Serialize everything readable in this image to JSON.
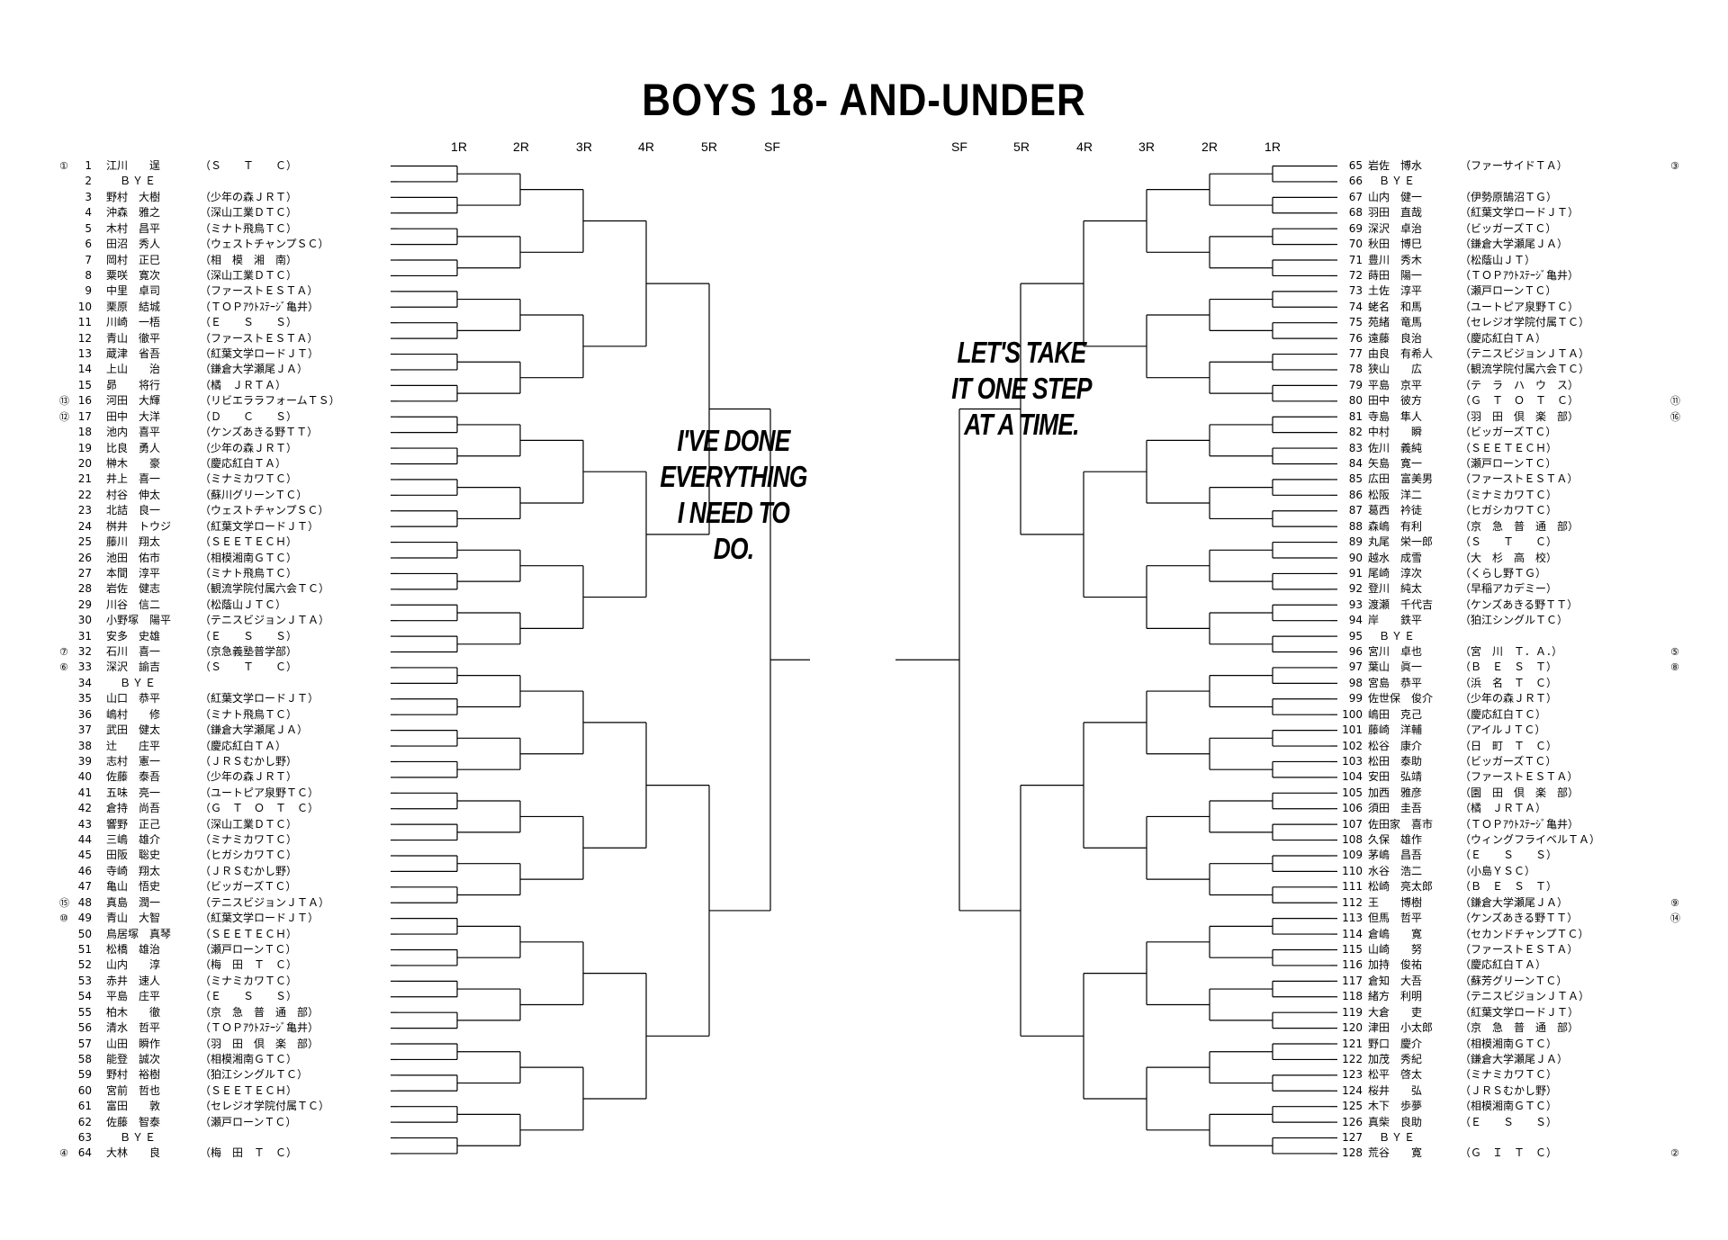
{
  "title": "BOYS 18- AND-UNDER",
  "rounds": {
    "left": [
      "1R",
      "2R",
      "3R",
      "4R",
      "5R",
      "SF"
    ],
    "right": [
      "SF",
      "5R",
      "4R",
      "3R",
      "2R",
      "1R"
    ]
  },
  "bubbles": {
    "left": "I'VE DONE\nEVERYTHING\nI NEED TO\nDO.",
    "right": "LET'S TAKE\nIT ONE STEP\nAT A TIME."
  },
  "left_players": [
    {
      "seed": "①",
      "num": "1",
      "name": "江川　　逞",
      "club": "（Ｓ　　Ｔ　　Ｃ）"
    },
    {
      "seed": "",
      "num": "2",
      "name": "ＢＹＥ",
      "club": ""
    },
    {
      "seed": "",
      "num": "3",
      "name": "野村　大樹",
      "club": "（少年の森ＪＲＴ）"
    },
    {
      "seed": "",
      "num": "4",
      "name": "沖森　雅之",
      "club": "（深山工業ＤＴＣ）"
    },
    {
      "seed": "",
      "num": "5",
      "name": "木村　昌平",
      "club": "（ミナト飛鳥ＴＣ）"
    },
    {
      "seed": "",
      "num": "6",
      "name": "田沼　秀人",
      "club": "（ウェストチャンプＳＣ）"
    },
    {
      "seed": "",
      "num": "7",
      "name": "岡村　正巳",
      "club": "（相　模　湘　南）"
    },
    {
      "seed": "",
      "num": "8",
      "name": "粟咲　寛次",
      "club": "（深山工業ＤＴＣ）"
    },
    {
      "seed": "",
      "num": "9",
      "name": "中里　卓司",
      "club": "（ファーストＥＳＴＡ）"
    },
    {
      "seed": "",
      "num": "10",
      "name": "栗原　結城",
      "club": "（ＴＯＰｱｳﾄｽﾃｰｼﾞ亀井）"
    },
    {
      "seed": "",
      "num": "11",
      "name": "川崎　一梧",
      "club": "（Ｅ　　Ｓ　　Ｓ）"
    },
    {
      "seed": "",
      "num": "12",
      "name": "青山　徹平",
      "club": "（ファーストＥＳＴＡ）"
    },
    {
      "seed": "",
      "num": "13",
      "name": "蔵津　省吾",
      "club": "（紅葉文学ロードＪＴ）"
    },
    {
      "seed": "",
      "num": "14",
      "name": "上山　　治",
      "club": "（鎌倉大学瀬尾ＪＡ）"
    },
    {
      "seed": "",
      "num": "15",
      "name": "昴　　将行",
      "club": "（橘　ＪＲＴＡ）"
    },
    {
      "seed": "⑬",
      "num": "16",
      "name": "河田　大輝",
      "club": "（リビエララフォームＴＳ）"
    },
    {
      "seed": "⑫",
      "num": "17",
      "name": "田中　大洋",
      "club": "（Ｄ　　Ｃ　　Ｓ）"
    },
    {
      "seed": "",
      "num": "18",
      "name": "池内　喜平",
      "club": "（ケンズあきる野ＴＴ）"
    },
    {
      "seed": "",
      "num": "19",
      "name": "比良　勇人",
      "club": "（少年の森ＪＲＴ）"
    },
    {
      "seed": "",
      "num": "20",
      "name": "榊木　　豪",
      "club": "（慶応紅白ＴＡ）"
    },
    {
      "seed": "",
      "num": "21",
      "name": "井上　喜一",
      "club": "（ミナミカワＴＣ）"
    },
    {
      "seed": "",
      "num": "22",
      "name": "村谷　伸太",
      "club": "（蘇川グリーンＴＣ）"
    },
    {
      "seed": "",
      "num": "23",
      "name": "北詰　良一",
      "club": "（ウェストチャンプＳＣ）"
    },
    {
      "seed": "",
      "num": "24",
      "name": "桝井　トウジ",
      "club": "（紅葉文学ロードＪＴ）"
    },
    {
      "seed": "",
      "num": "25",
      "name": "藤川　翔太",
      "club": "（ＳＥＥＴＥＣＨ）"
    },
    {
      "seed": "",
      "num": "26",
      "name": "池田　佑市",
      "club": "（相模湘南ＧＴＣ）"
    },
    {
      "seed": "",
      "num": "27",
      "name": "本間　淳平",
      "club": "（ミナト飛鳥ＴＣ）"
    },
    {
      "seed": "",
      "num": "28",
      "name": "岩佐　健志",
      "club": "（観流学院付属六会ＴＣ）"
    },
    {
      "seed": "",
      "num": "29",
      "name": "川谷　信二",
      "club": "（松蔭山ＪＴＣ）"
    },
    {
      "seed": "",
      "num": "30",
      "name": "小野塚　陽平",
      "club": "（テニスビジョンＪＴＡ）"
    },
    {
      "seed": "",
      "num": "31",
      "name": "安多　史雄",
      "club": "（Ｅ　　Ｓ　　Ｓ）"
    },
    {
      "seed": "⑦",
      "num": "32",
      "name": "石川　喜一",
      "club": "（京急義塾普学部）"
    },
    {
      "seed": "⑥",
      "num": "33",
      "name": "深沢　諭吉",
      "club": "（Ｓ　　Ｔ　　Ｃ）"
    },
    {
      "seed": "",
      "num": "34",
      "name": "ＢＹＥ",
      "club": ""
    },
    {
      "seed": "",
      "num": "35",
      "name": "山口　恭平",
      "club": "（紅葉文学ロードＪＴ）"
    },
    {
      "seed": "",
      "num": "36",
      "name": "嶋村　　修",
      "club": "（ミナト飛鳥ＴＣ）"
    },
    {
      "seed": "",
      "num": "37",
      "name": "武田　健太",
      "club": "（鎌倉大学瀬尾ＪＡ）"
    },
    {
      "seed": "",
      "num": "38",
      "name": "辻　　庄平",
      "club": "（慶応紅白ＴＡ）"
    },
    {
      "seed": "",
      "num": "39",
      "name": "志村　憲一",
      "club": "（ＪＲＳむかし野）"
    },
    {
      "seed": "",
      "num": "40",
      "name": "佐藤　泰吾",
      "club": "（少年の森ＪＲＴ）"
    },
    {
      "seed": "",
      "num": "41",
      "name": "五味　亮一",
      "club": "（ユートピア泉野ＴＣ）"
    },
    {
      "seed": "",
      "num": "42",
      "name": "倉持　尚吾",
      "club": "（Ｇ　Ｔ　Ｏ　Ｔ　Ｃ）"
    },
    {
      "seed": "",
      "num": "43",
      "name": "響野　正己",
      "club": "（深山工業ＤＴＣ）"
    },
    {
      "seed": "",
      "num": "44",
      "name": "三嶋　雄介",
      "club": "（ミナミカワＴＣ）"
    },
    {
      "seed": "",
      "num": "45",
      "name": "田阪　聡史",
      "club": "（ヒガシカワＴＣ）"
    },
    {
      "seed": "",
      "num": "46",
      "name": "寺崎　翔太",
      "club": "（ＪＲＳむかし野）"
    },
    {
      "seed": "",
      "num": "47",
      "name": "亀山　悟史",
      "club": "（ビッガーズＴＣ）"
    },
    {
      "seed": "⑮",
      "num": "48",
      "name": "真島　潤一",
      "club": "（テニスビジョンＪＴＡ）"
    },
    {
      "seed": "⑩",
      "num": "49",
      "name": "青山　大智",
      "club": "（紅葉文学ロードＪＴ）"
    },
    {
      "seed": "",
      "num": "50",
      "name": "鳥居塚　真琴",
      "club": "（ＳＥＥＴＥＣＨ）"
    },
    {
      "seed": "",
      "num": "51",
      "name": "松橋　雄治",
      "club": "（瀬戸ローンＴＣ）"
    },
    {
      "seed": "",
      "num": "52",
      "name": "山内　　淳",
      "club": "（梅　田　Ｔ　Ｃ）"
    },
    {
      "seed": "",
      "num": "53",
      "name": "赤井　速人",
      "club": "（ミナミカワＴＣ）"
    },
    {
      "seed": "",
      "num": "54",
      "name": "平島　庄平",
      "club": "（Ｅ　　Ｓ　　Ｓ）"
    },
    {
      "seed": "",
      "num": "55",
      "name": "柏木　　徹",
      "club": "（京　急　普　通　部）"
    },
    {
      "seed": "",
      "num": "56",
      "name": "清水　哲平",
      "club": "（ＴＯＰｱｳﾄｽﾃｰｼﾞ亀井）"
    },
    {
      "seed": "",
      "num": "57",
      "name": "山田　瞬作",
      "club": "（羽　田　倶　楽　部）"
    },
    {
      "seed": "",
      "num": "58",
      "name": "能登　誠次",
      "club": "（相模湘南ＧＴＣ）"
    },
    {
      "seed": "",
      "num": "59",
      "name": "野村　裕樹",
      "club": "（狛江シングルＴＣ）"
    },
    {
      "seed": "",
      "num": "60",
      "name": "宮前　哲也",
      "club": "（ＳＥＥＴＥＣＨ）"
    },
    {
      "seed": "",
      "num": "61",
      "name": "富田　　敦",
      "club": "（セレジオ学院付属ＴＣ）"
    },
    {
      "seed": "",
      "num": "62",
      "name": "佐藤　智泰",
      "club": "（瀬戸ローンＴＣ）"
    },
    {
      "seed": "",
      "num": "63",
      "name": "ＢＹＥ",
      "club": ""
    },
    {
      "seed": "④",
      "num": "64",
      "name": "大林　　良",
      "club": "（梅　田　Ｔ　Ｃ）"
    }
  ],
  "right_players": [
    {
      "num": "65",
      "name": "岩佐　博水",
      "club": "（ファーサイドＴＡ）",
      "seed": "③"
    },
    {
      "num": "66",
      "name": "ＢＹＥ",
      "club": "",
      "seed": ""
    },
    {
      "num": "67",
      "name": "山内　健一",
      "club": "（伊勢原鵠沼ＴＧ）",
      "seed": ""
    },
    {
      "num": "68",
      "name": "羽田　直哉",
      "club": "（紅葉文学ロードＪＴ）",
      "seed": ""
    },
    {
      "num": "69",
      "name": "深沢　卓治",
      "club": "（ビッガーズＴＣ）",
      "seed": ""
    },
    {
      "num": "70",
      "name": "秋田　博巳",
      "club": "（鎌倉大学瀬尾ＪＡ）",
      "seed": ""
    },
    {
      "num": "71",
      "name": "豊川　秀木",
      "club": "（松蔭山ＪＴ）",
      "seed": ""
    },
    {
      "num": "72",
      "name": "蒔田　陽一",
      "club": "（ＴＯＰｱｳﾄｽﾃｰｼﾞ亀井）",
      "seed": ""
    },
    {
      "num": "73",
      "name": "土佐　淳平",
      "club": "（瀬戸ローンＴＣ）",
      "seed": ""
    },
    {
      "num": "74",
      "name": "蛯名　和馬",
      "club": "（ユートピア泉野ＴＣ）",
      "seed": ""
    },
    {
      "num": "75",
      "name": "苑緒　竜馬",
      "club": "（セレジオ学院付属ＴＣ）",
      "seed": ""
    },
    {
      "num": "76",
      "name": "遠藤　良治",
      "club": "（慶応紅白ＴＡ）",
      "seed": ""
    },
    {
      "num": "77",
      "name": "由良　有希人",
      "club": "（テニスビジョンＪＴＡ）",
      "seed": ""
    },
    {
      "num": "78",
      "name": "狭山　　広",
      "club": "（観流学院付属六会ＴＣ）",
      "seed": ""
    },
    {
      "num": "79",
      "name": "平島　京平",
      "club": "（テ　ラ　ハ　ウ　ス）",
      "seed": ""
    },
    {
      "num": "80",
      "name": "田中　彼方",
      "club": "（Ｇ　Ｔ　Ｏ　Ｔ　Ｃ）",
      "seed": "⑪"
    },
    {
      "num": "81",
      "name": "寺島　隼人",
      "club": "（羽　田　倶　楽　部）",
      "seed": "⑯"
    },
    {
      "num": "82",
      "name": "中村　　瞬",
      "club": "（ビッガーズＴＣ）",
      "seed": ""
    },
    {
      "num": "83",
      "name": "佐川　義純",
      "club": "（ＳＥＥＴＥＣＨ）",
      "seed": ""
    },
    {
      "num": "84",
      "name": "矢島　寛一",
      "club": "（瀬戸ローンＴＣ）",
      "seed": ""
    },
    {
      "num": "85",
      "name": "広田　富美男",
      "club": "（ファーストＥＳＴＡ）",
      "seed": ""
    },
    {
      "num": "86",
      "name": "松阪　洋二",
      "club": "（ミナミカワＴＣ）",
      "seed": ""
    },
    {
      "num": "87",
      "name": "葛西　衿徒",
      "club": "（ヒガシカワＴＣ）",
      "seed": ""
    },
    {
      "num": "88",
      "name": "森嶋　有利",
      "club": "（京　急　普　通　部）",
      "seed": ""
    },
    {
      "num": "89",
      "name": "丸尾　栄一郎",
      "club": "（Ｓ　　Ｔ　　Ｃ）",
      "seed": ""
    },
    {
      "num": "90",
      "name": "越水　成雪",
      "club": "（大　杉　高　校）",
      "seed": ""
    },
    {
      "num": "91",
      "name": "尾崎　淳次",
      "club": "（くらし野ＴＧ）",
      "seed": ""
    },
    {
      "num": "92",
      "name": "登川　純太",
      "club": "（早稲アカデミー）",
      "seed": ""
    },
    {
      "num": "93",
      "name": "渡瀬　千代吉",
      "club": "（ケンズあきる野ＴＴ）",
      "seed": ""
    },
    {
      "num": "94",
      "name": "岸　　鉄平",
      "club": "（狛江シングルＴＣ）",
      "seed": ""
    },
    {
      "num": "95",
      "name": "ＢＹＥ",
      "club": "",
      "seed": ""
    },
    {
      "num": "96",
      "name": "宮川　卓也",
      "club": "（宮　川　Ｔ．Ａ．）",
      "seed": "⑤"
    },
    {
      "num": "97",
      "name": "葉山　眞一",
      "club": "（Ｂ　Ｅ　Ｓ　Ｔ）",
      "seed": "⑧"
    },
    {
      "num": "98",
      "name": "宮島　恭平",
      "club": "（浜　名　Ｔ　Ｃ）",
      "seed": ""
    },
    {
      "num": "99",
      "name": "佐世保　俊介",
      "club": "（少年の森ＪＲＴ）",
      "seed": ""
    },
    {
      "num": "100",
      "name": "嶋田　克己",
      "club": "（慶応紅白ＴＣ）",
      "seed": ""
    },
    {
      "num": "101",
      "name": "藤崎　洋輔",
      "club": "（アイルＪＴＣ）",
      "seed": ""
    },
    {
      "num": "102",
      "name": "松谷　康介",
      "club": "（日　町　Ｔ　Ｃ）",
      "seed": ""
    },
    {
      "num": "103",
      "name": "松田　泰助",
      "club": "（ビッガーズＴＣ）",
      "seed": ""
    },
    {
      "num": "104",
      "name": "安田　弘靖",
      "club": "（ファーストＥＳＴＡ）",
      "seed": ""
    },
    {
      "num": "105",
      "name": "加西　雅彦",
      "club": "（園　田　倶　楽　部）",
      "seed": ""
    },
    {
      "num": "106",
      "name": "須田　圭吾",
      "club": "（橘　ＪＲＴＡ）",
      "seed": ""
    },
    {
      "num": "107",
      "name": "佐田家　喜市",
      "club": "（ＴＯＰｱｳﾄｽﾃｰｼﾞ亀井）",
      "seed": ""
    },
    {
      "num": "108",
      "name": "久保　雄作",
      "club": "（ウィングフライベルＴＡ）",
      "seed": ""
    },
    {
      "num": "109",
      "name": "茅嶋　昌吾",
      "club": "（Ｅ　　Ｓ　　Ｓ）",
      "seed": ""
    },
    {
      "num": "110",
      "name": "水谷　浩二",
      "club": "（小島ＹＳＣ）",
      "seed": ""
    },
    {
      "num": "111",
      "name": "松崎　亮太郎",
      "club": "（Ｂ　Ｅ　Ｓ　Ｔ）",
      "seed": ""
    },
    {
      "num": "112",
      "name": "王　　博樹",
      "club": "（鎌倉大学瀬尾ＪＡ）",
      "seed": "⑨"
    },
    {
      "num": "113",
      "name": "但馬　哲平",
      "club": "（ケンズあきる野ＴＴ）",
      "seed": "⑭"
    },
    {
      "num": "114",
      "name": "倉嶋　　寛",
      "club": "（セカンドチャンプＴＣ）",
      "seed": ""
    },
    {
      "num": "115",
      "name": "山崎　　努",
      "club": "（ファーストＥＳＴＡ）",
      "seed": ""
    },
    {
      "num": "116",
      "name": "加持　俊祐",
      "club": "（慶応紅白ＴＡ）",
      "seed": ""
    },
    {
      "num": "117",
      "name": "倉知　大吾",
      "club": "（蘇芳グリーンＴＣ）",
      "seed": ""
    },
    {
      "num": "118",
      "name": "緒方　利明",
      "club": "（テニスビジョンＪＴＡ）",
      "seed": ""
    },
    {
      "num": "119",
      "name": "大倉　　吏",
      "club": "（紅葉文学ロードＪＴ）",
      "seed": ""
    },
    {
      "num": "120",
      "name": "津田　小太郎",
      "club": "（京　急　普　通　部）",
      "seed": ""
    },
    {
      "num": "121",
      "name": "野口　慶介",
      "club": "（相模湘南ＧＴＣ）",
      "seed": ""
    },
    {
      "num": "122",
      "name": "加茂　秀紀",
      "club": "（鎌倉大学瀬尾ＪＡ）",
      "seed": ""
    },
    {
      "num": "123",
      "name": "松平　啓太",
      "club": "（ミナミカワＴＣ）",
      "seed": ""
    },
    {
      "num": "124",
      "name": "桜井　　弘",
      "club": "（ＪＲＳむかし野）",
      "seed": ""
    },
    {
      "num": "125",
      "name": "木下　歩夢",
      "club": "（相模湘南ＧＴＣ）",
      "seed": ""
    },
    {
      "num": "126",
      "name": "真柴　良助",
      "club": "（Ｅ　　Ｓ　　Ｓ）",
      "seed": ""
    },
    {
      "num": "127",
      "name": "ＢＹＥ",
      "club": "",
      "seed": ""
    },
    {
      "num": "128",
      "name": "荒谷　　寛",
      "club": "（Ｇ　Ｉ　Ｔ　Ｃ）",
      "seed": "②"
    }
  ]
}
